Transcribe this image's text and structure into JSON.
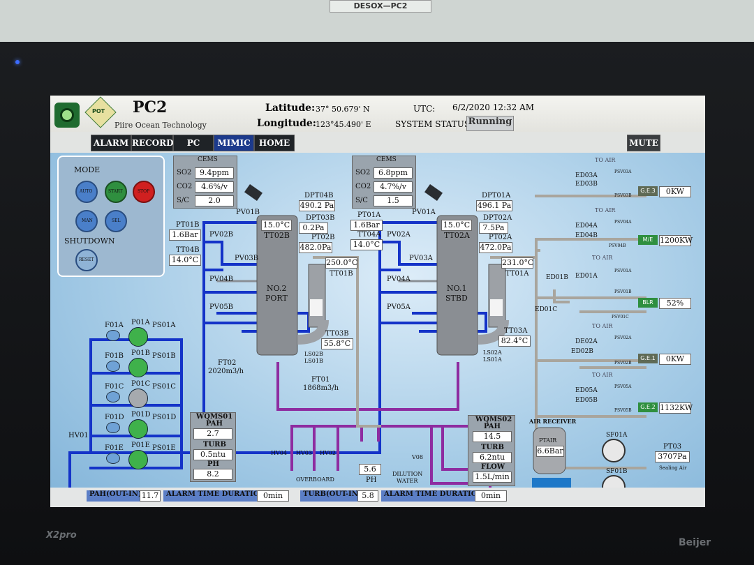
{
  "wall_label": "DESOX—PC2",
  "bezel": {
    "brand_left": "X2pro",
    "brand_right": "Beijer"
  },
  "header": {
    "title": "PC2",
    "company": "Piire Ocean Technology",
    "logo_text": "POT",
    "latitude_label": "Latitude:",
    "latitude_value": "37° 50.679' N",
    "longitude_label": "Longitude:",
    "longitude_value": "123°45.490' E",
    "utc_label": "UTC:",
    "utc_value": "6/2/2020 12:32 AM",
    "status_label": "SYSTEM STATUS:",
    "status_value": "Running"
  },
  "nav": {
    "tabs": [
      "ALARM",
      "RECORD",
      "PC",
      "MIMIC",
      "HOME"
    ],
    "active": "MIMIC",
    "mute": "MUTE"
  },
  "mode_panel": {
    "mode_label": "MODE",
    "shutdown_label": "SHUTDOWN",
    "buttons": [
      "AUTO",
      "START",
      "STOP",
      "MAN",
      "SEL",
      "RESET"
    ],
    "colors": {
      "auto": "#4a7fc9",
      "start": "#2f8f3f",
      "stop": "#d02020"
    }
  },
  "cems_left": {
    "title": "CEMS",
    "so2_label": "SO2",
    "so2": "9.4ppm",
    "co2_label": "CO2",
    "co2": "4.6%/v",
    "sc_label": "S/C",
    "sc": "2.0"
  },
  "cems_right": {
    "title": "CEMS",
    "so2_label": "SO2",
    "so2": "6.8ppm",
    "co2_label": "CO2",
    "co2": "4.7%/v",
    "sc_label": "S/C",
    "sc": "1.5"
  },
  "scrubber_port": {
    "name_line1": "NO.2",
    "name_line2": "PORT",
    "tt02b_label": "TT02B",
    "temp": "15.0°C",
    "dpt04b_label": "DPT04B",
    "dpt04b": "490.2 Pa",
    "dpt03b_label": "DPT03B",
    "dpt03b": "0.2Pa",
    "pt02b_label": "PT02B",
    "pt02b": "482.0Pa",
    "tt01b_temp": "250.0°C",
    "tt01b_label": "TT01B",
    "tt03b_label": "TT03B",
    "tt03b": "55.8°C",
    "ls02b": "LS02B",
    "ls01b": "LS01B"
  },
  "scrubber_stbd": {
    "name_line1": "NO.1",
    "name_line2": "STBD",
    "tt02a_label": "TT02A",
    "temp": "15.0°C",
    "dpt01a_label": "DPT01A",
    "dpt01a": "496.1 Pa",
    "dpt02a_label": "DPT02A",
    "dpt02a": "7.5Pa",
    "pt02a_label": "PT02A",
    "pt02a": "472.0Pa",
    "tt01a_temp": "231.0°C",
    "tt01a_label": "TT01A",
    "tt03a_label": "TT03A",
    "tt03a": "82.4°C",
    "ls02a": "LS02A",
    "ls01a": "LS01A"
  },
  "port_side": {
    "pt01b_label": "PT01B",
    "pt01b": "1.6Bar",
    "tt04b_label": "TT04B",
    "tt04b": "14.0°C",
    "pv01b": "PV01B",
    "pv02b": "PV02B",
    "pv03b": "PV03B",
    "pv04b": "PV04B",
    "pv05b": "PV05B"
  },
  "stbd_side": {
    "pt01a_label": "PT01A",
    "pt01a": "1.6Bar",
    "tt04a_label": "TT04A",
    "tt04a": "14.0°C",
    "pv01a": "PV01A",
    "pv02a": "PV02A",
    "pv03a": "PV03A",
    "pv04a": "PV04A",
    "pv05a": "PV05A"
  },
  "pumps": [
    {
      "f": "F01A",
      "p": "P01A",
      "ps": "PS01A",
      "running": true
    },
    {
      "f": "F01B",
      "p": "P01B",
      "ps": "PS01B",
      "running": true
    },
    {
      "f": "F01C",
      "p": "P01C",
      "ps": "PS01C",
      "running": false
    },
    {
      "f": "F01D",
      "p": "P01D",
      "ps": "PS01D",
      "running": true
    },
    {
      "f": "F01E",
      "p": "P01E",
      "ps": "PS01E",
      "running": true
    }
  ],
  "flow": {
    "ft02_label": "FT02",
    "ft02": "2020m3/h",
    "ft01_label": "FT01",
    "ft01": "1868m3/h",
    "hv01": "HV01"
  },
  "woms01": {
    "title": "WQMS01",
    "pah_label": "PAH",
    "pah": "2.7",
    "turb_label": "TURB",
    "turb": "0.5ntu",
    "ph_label": "PH",
    "ph": "8.2"
  },
  "woms02": {
    "title": "WQMS02",
    "pah_label": "PAH",
    "pah": "14.5",
    "turb_label": "TURB",
    "turb": "6.2ntu",
    "flow_label": "FLOW",
    "flow": "1.5L/min"
  },
  "overboard": {
    "hv04": "HV04",
    "hv03": "HV03",
    "hv02": "HV02",
    "label": "OVERBOARD",
    "ph_value": "5.6",
    "ph_label": "PH",
    "v08": "V08",
    "dilution": "DILUTION",
    "water": "WATER"
  },
  "air_receiver": {
    "title": "AIR RECEIVER",
    "ptair_label": "PTAIR",
    "ptair": "6.6Bar"
  },
  "fans": {
    "sf01a": "SF01A",
    "sf01b": "SF01B",
    "pt03_label": "PT03",
    "pt03": "3707Pa",
    "sealing": "Sealing Air"
  },
  "engines": [
    {
      "ed_a": "ED03A",
      "ed_b": "ED03B",
      "to_air": "TO AIR",
      "psv_a": "PSV03A",
      "psv_b": "PSV03B",
      "unit": "G.E.3",
      "value": "0KW"
    },
    {
      "ed_a": "ED04A",
      "ed_b": "ED04B",
      "to_air": "TO AIR",
      "psv_a": "PSV04A",
      "psv_b": "PSV04B",
      "unit": "M/E",
      "value": "1200KW"
    },
    {
      "ed_a": "ED01A",
      "ed_b": "ED01B",
      "to_air": "TO AIR",
      "psv_a": "PSV01A",
      "psv_b": "PSV01B",
      "unit": "BLR",
      "value": "52%"
    },
    {
      "ed_a": "DE02A",
      "ed_b": "ED02B",
      "to_air": "TO AIR",
      "psv_a": "PSV02A",
      "psv_b": "PSV02B",
      "unit": "G.E.1",
      "value": "0KW"
    },
    {
      "ed_a": "ED05A",
      "ed_b": "ED05B",
      "to_air": "",
      "psv_a": "PSV05A",
      "psv_b": "PSV05B",
      "unit": "G.E.2",
      "value": "1132KW"
    }
  ],
  "ed01c": "ED01C",
  "psv01c": "PSV01C",
  "footer": {
    "pah_label": "PAH(OUT-IN):",
    "pah": "11.7",
    "alarm_label": "ALARM TIME DURATION:",
    "alarm": "0min",
    "turb_label": "TURB(OUT-IN):",
    "turb": "5.8",
    "alarm2_label": "ALARM TIME DURATION",
    "alarm2": "0min"
  }
}
